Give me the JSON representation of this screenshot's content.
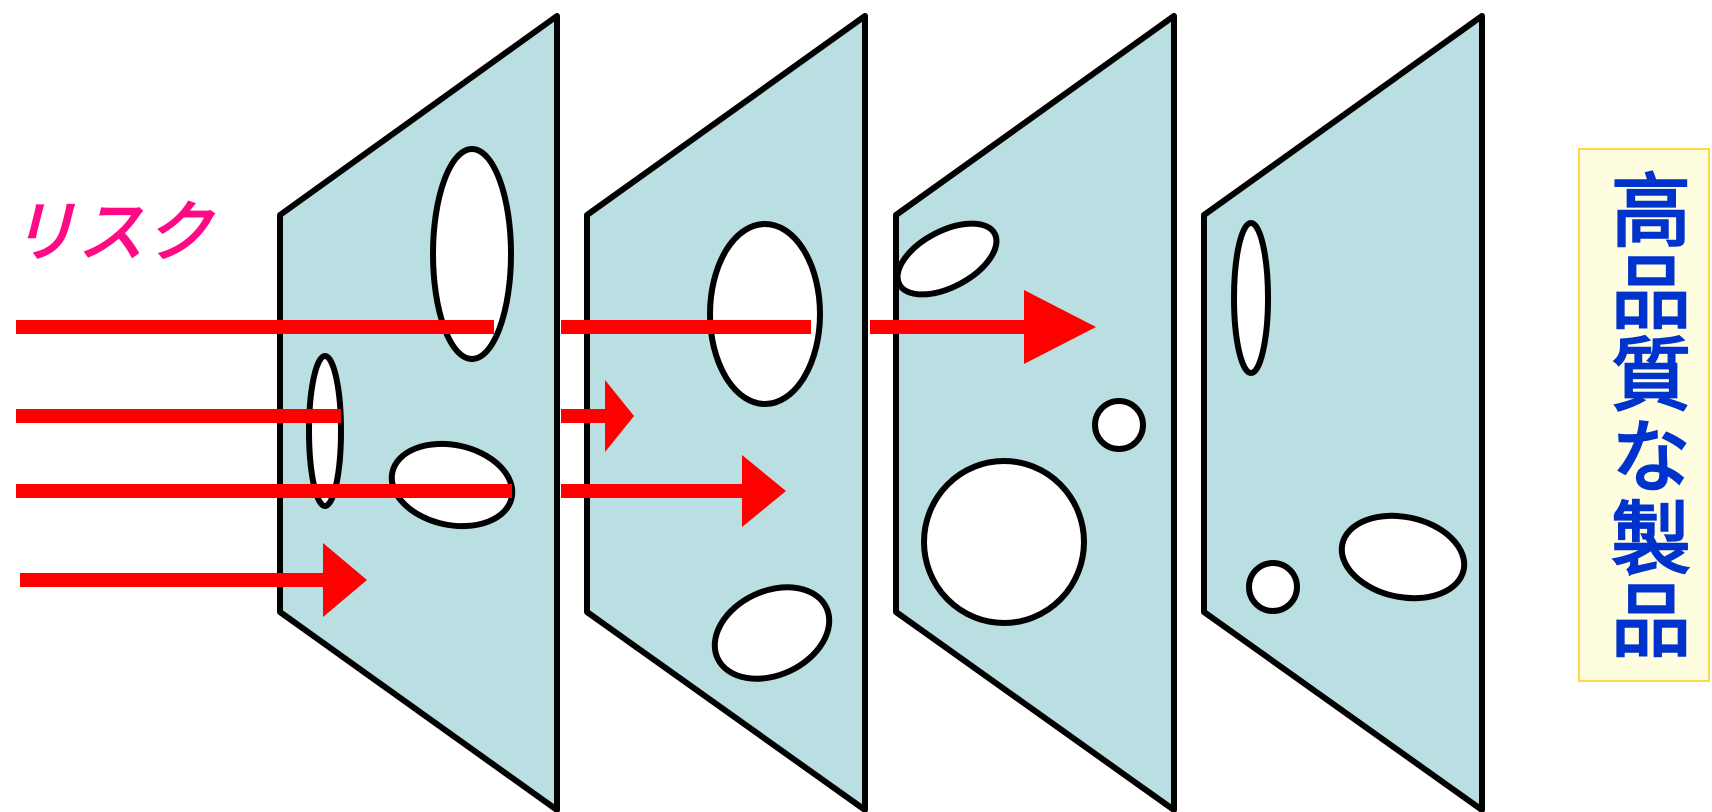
{
  "diagram": {
    "risk_label": "リスク",
    "outcome_label": "高品質な製品"
  },
  "colors": {
    "slice_fill": "#b9dfe3",
    "slice_stroke": "#000000",
    "hole_fill": "#ffffff",
    "arrow": "#ff0000",
    "risk_text": "#ff0a84",
    "outcome_text": "#0033cc",
    "outcome_box_fill": "#fffde0",
    "outcome_box_border": "#ffd84a"
  },
  "elements": {
    "slices": [
      "slice-1",
      "slice-2",
      "slice-3",
      "slice-4"
    ],
    "risk_arrows": 4
  }
}
